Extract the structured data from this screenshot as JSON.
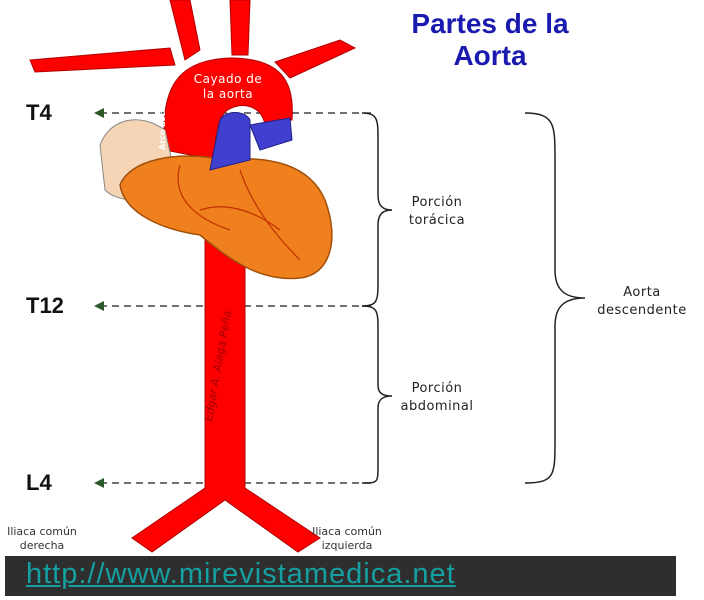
{
  "title_line1": "Partes de la",
  "title_line2": "Aorta",
  "levels": {
    "t4": "T4",
    "t12": "T12",
    "l4": "L4"
  },
  "labels": {
    "arch_l1": "Cayado de",
    "arch_l2": "la aorta",
    "ascending": "Arco ascendente",
    "thoracic_l1": "Porción",
    "thoracic_l2": "torácica",
    "abdominal_l1": "Porción",
    "abdominal_l2": "abdominal",
    "descending_l1": "Aorta",
    "descending_l2": "descendente",
    "iliac_right_l1": "Iliaca común",
    "iliac_right_l2": "derecha",
    "iliac_left_l1": "Iliaca común",
    "iliac_left_l2": "izquierda"
  },
  "signature": "Edgar A. Alaga Peña",
  "url": "http://www.mirevistamedica.net",
  "colors": {
    "aorta": "#ff0000",
    "heart": "#f07f1e",
    "vein": "#4040d0",
    "atrium": "#f5d5b5",
    "title": "#1a1ab0",
    "url": "#14a0a0"
  }
}
